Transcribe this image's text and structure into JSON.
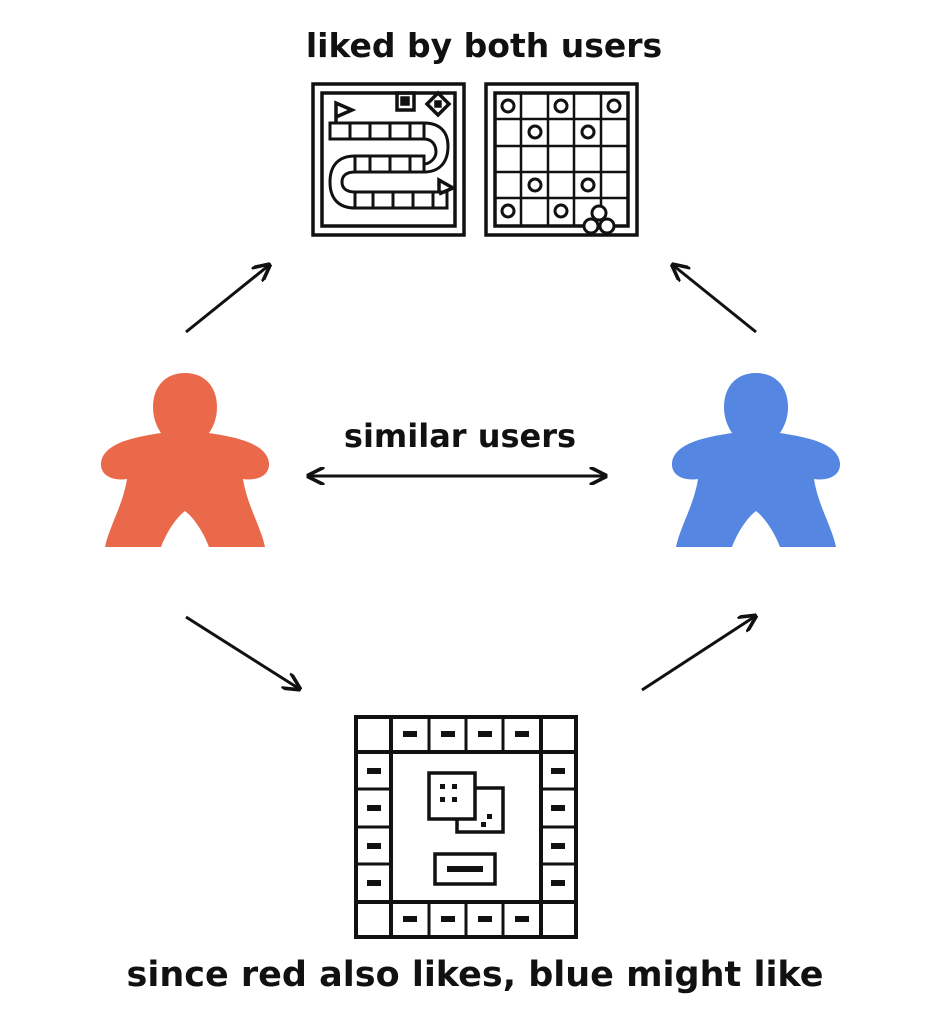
{
  "labels": {
    "top": "liked by both users",
    "middle": "similar users",
    "bottom": "since red also likes, blue might like"
  },
  "users": [
    {
      "name": "red user",
      "color": "#EB694B"
    },
    {
      "name": "blue user",
      "color": "#5587E2"
    }
  ],
  "games": [
    {
      "icon": "snakes-and-ladders-board-icon",
      "group": "liked by both"
    },
    {
      "icon": "checkers-board-icon",
      "group": "liked by both"
    },
    {
      "icon": "monopoly-board-icon",
      "group": "recommended"
    }
  ],
  "colors": {
    "stroke": "#111111",
    "background": "#ffffff"
  }
}
